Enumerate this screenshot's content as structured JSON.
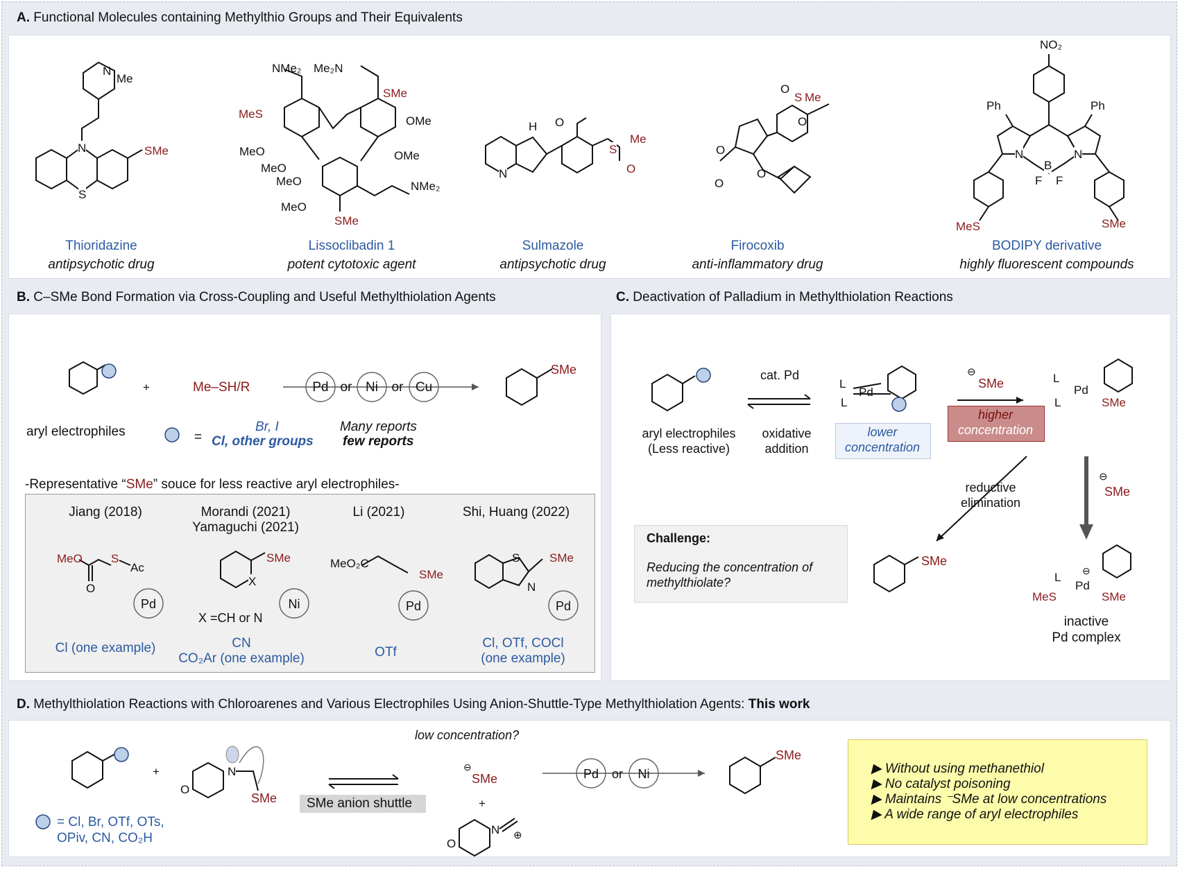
{
  "sectionA": {
    "label": "A.",
    "title": "Functional Molecules containing Methylthio Groups and Their Equivalents",
    "molecules": [
      {
        "name": "Thioridazine",
        "use": "antipsychotic drug"
      },
      {
        "name": "Lissoclibadin 1",
        "use": "potent cytotoxic agent"
      },
      {
        "name": "Sulmazole",
        "use": "antipsychotic drug"
      },
      {
        "name": "Firocoxib",
        "use": "anti-inflammatory drug"
      },
      {
        "name": "BODIPY derivative",
        "use": "highly fluorescent compounds"
      }
    ],
    "atoms": {
      "sme": "SMe",
      "mes": "MeS",
      "me": "Me",
      "n": "N",
      "s": "S",
      "o": "O",
      "ome": "OMe",
      "meo": "MeO",
      "nme2": "NMe₂",
      "me2n": "Me₂N",
      "no2": "NO₂",
      "ph": "Ph",
      "b": "B",
      "f": "F",
      "h": "H"
    }
  },
  "sectionB": {
    "label": "B.",
    "title": "C–SMe Bond Formation via Cross-Coupling and Useful Methylthiolation Agents",
    "reagent": "Me",
    "reagent_bond": "–",
    "reagent_rest": "SH/R",
    "plus": "+",
    "catalysts": [
      "Pd",
      "Ni",
      "Cu"
    ],
    "or": "or",
    "product_label": "SMe",
    "aryl_label": "aryl electrophiles",
    "equals": "=",
    "lg_common": "Br, I",
    "lg_rare": "Cl, other groups",
    "many_reports": "Many reports",
    "few_reports": "few reports",
    "rep_title_pre": "-Representative “",
    "rep_title_sme": "SMe",
    "rep_title_post": "” souce for less reactive aryl electrophiles-",
    "representatives": [
      {
        "author": "Jiang (2018)",
        "author2": "",
        "scope": "Cl (one example)",
        "scope2": "",
        "cat": "Pd"
      },
      {
        "author": "Morandi (2021)",
        "author2": "Yamaguchi (2021)",
        "scope": "CN",
        "scope2": "CO₂Ar (one example)",
        "cat": "Ni"
      },
      {
        "author": "Li (2021)",
        "author2": "",
        "scope": "OTf",
        "scope2": "",
        "cat": "Pd"
      },
      {
        "author": "Shi, Huang (2022)",
        "author2": "",
        "scope": "Cl, OTf, COCl",
        "scope2": "(one example)",
        "cat": "Pd"
      }
    ],
    "rep_atoms": {
      "meo": "MeO",
      "s": "S",
      "ac": "Ac",
      "o": "O",
      "x": "X",
      "sme": "SMe",
      "xdef": "X =CH or N",
      "meo2c": "MeO₂C",
      "n": "N"
    }
  },
  "sectionC": {
    "label": "C.",
    "title": "Deactivation of Palladium in Methylthiolation Reactions",
    "cat_pd": "cat. Pd",
    "oxidative": "oxidative",
    "addition": "addition",
    "aryl_label": "aryl electrophiles",
    "less_reactive": "(Less reactive)",
    "lower": "lower",
    "lower_conc": "concentration",
    "higher": "higher",
    "higher_conc": "concentration",
    "minus": "⊖",
    "sme": "SMe",
    "mes": "MeS",
    "l": "L",
    "pd": "Pd",
    "reductive": "reductive",
    "elimination": "elimination",
    "challenge_title": "Challenge:",
    "challenge_line1": "Reducing the concentration of",
    "challenge_line2": "methylthiolate?",
    "inactive": "inactive",
    "pd_complex": "Pd complex"
  },
  "sectionD": {
    "label": "D.",
    "title_pre": "Methylthiolation Reactions with Chloroarenes and Various Electrophiles Using Anion-Shuttle-Type Methylthiolation Agents: ",
    "title_bold": "This work",
    "plus": "+",
    "lg_line1": "= Cl, Br, OTf, OTs,",
    "lg_line2": "OPiv, CN, CO₂H",
    "shuttle": "SMe anion shuttle",
    "low_conc": "low concentration?",
    "minus": "⊖",
    "plusion": "⊕",
    "sme": "SMe",
    "n": "N",
    "o": "O",
    "catalysts": [
      "Pd",
      "Ni"
    ],
    "or": "or",
    "points": [
      "Without using methanethiol",
      "No catalyst poisoning",
      "Maintains ⁻SMe at low concentrations",
      "A wide range of aryl electrophiles"
    ],
    "bullet": "▶"
  }
}
